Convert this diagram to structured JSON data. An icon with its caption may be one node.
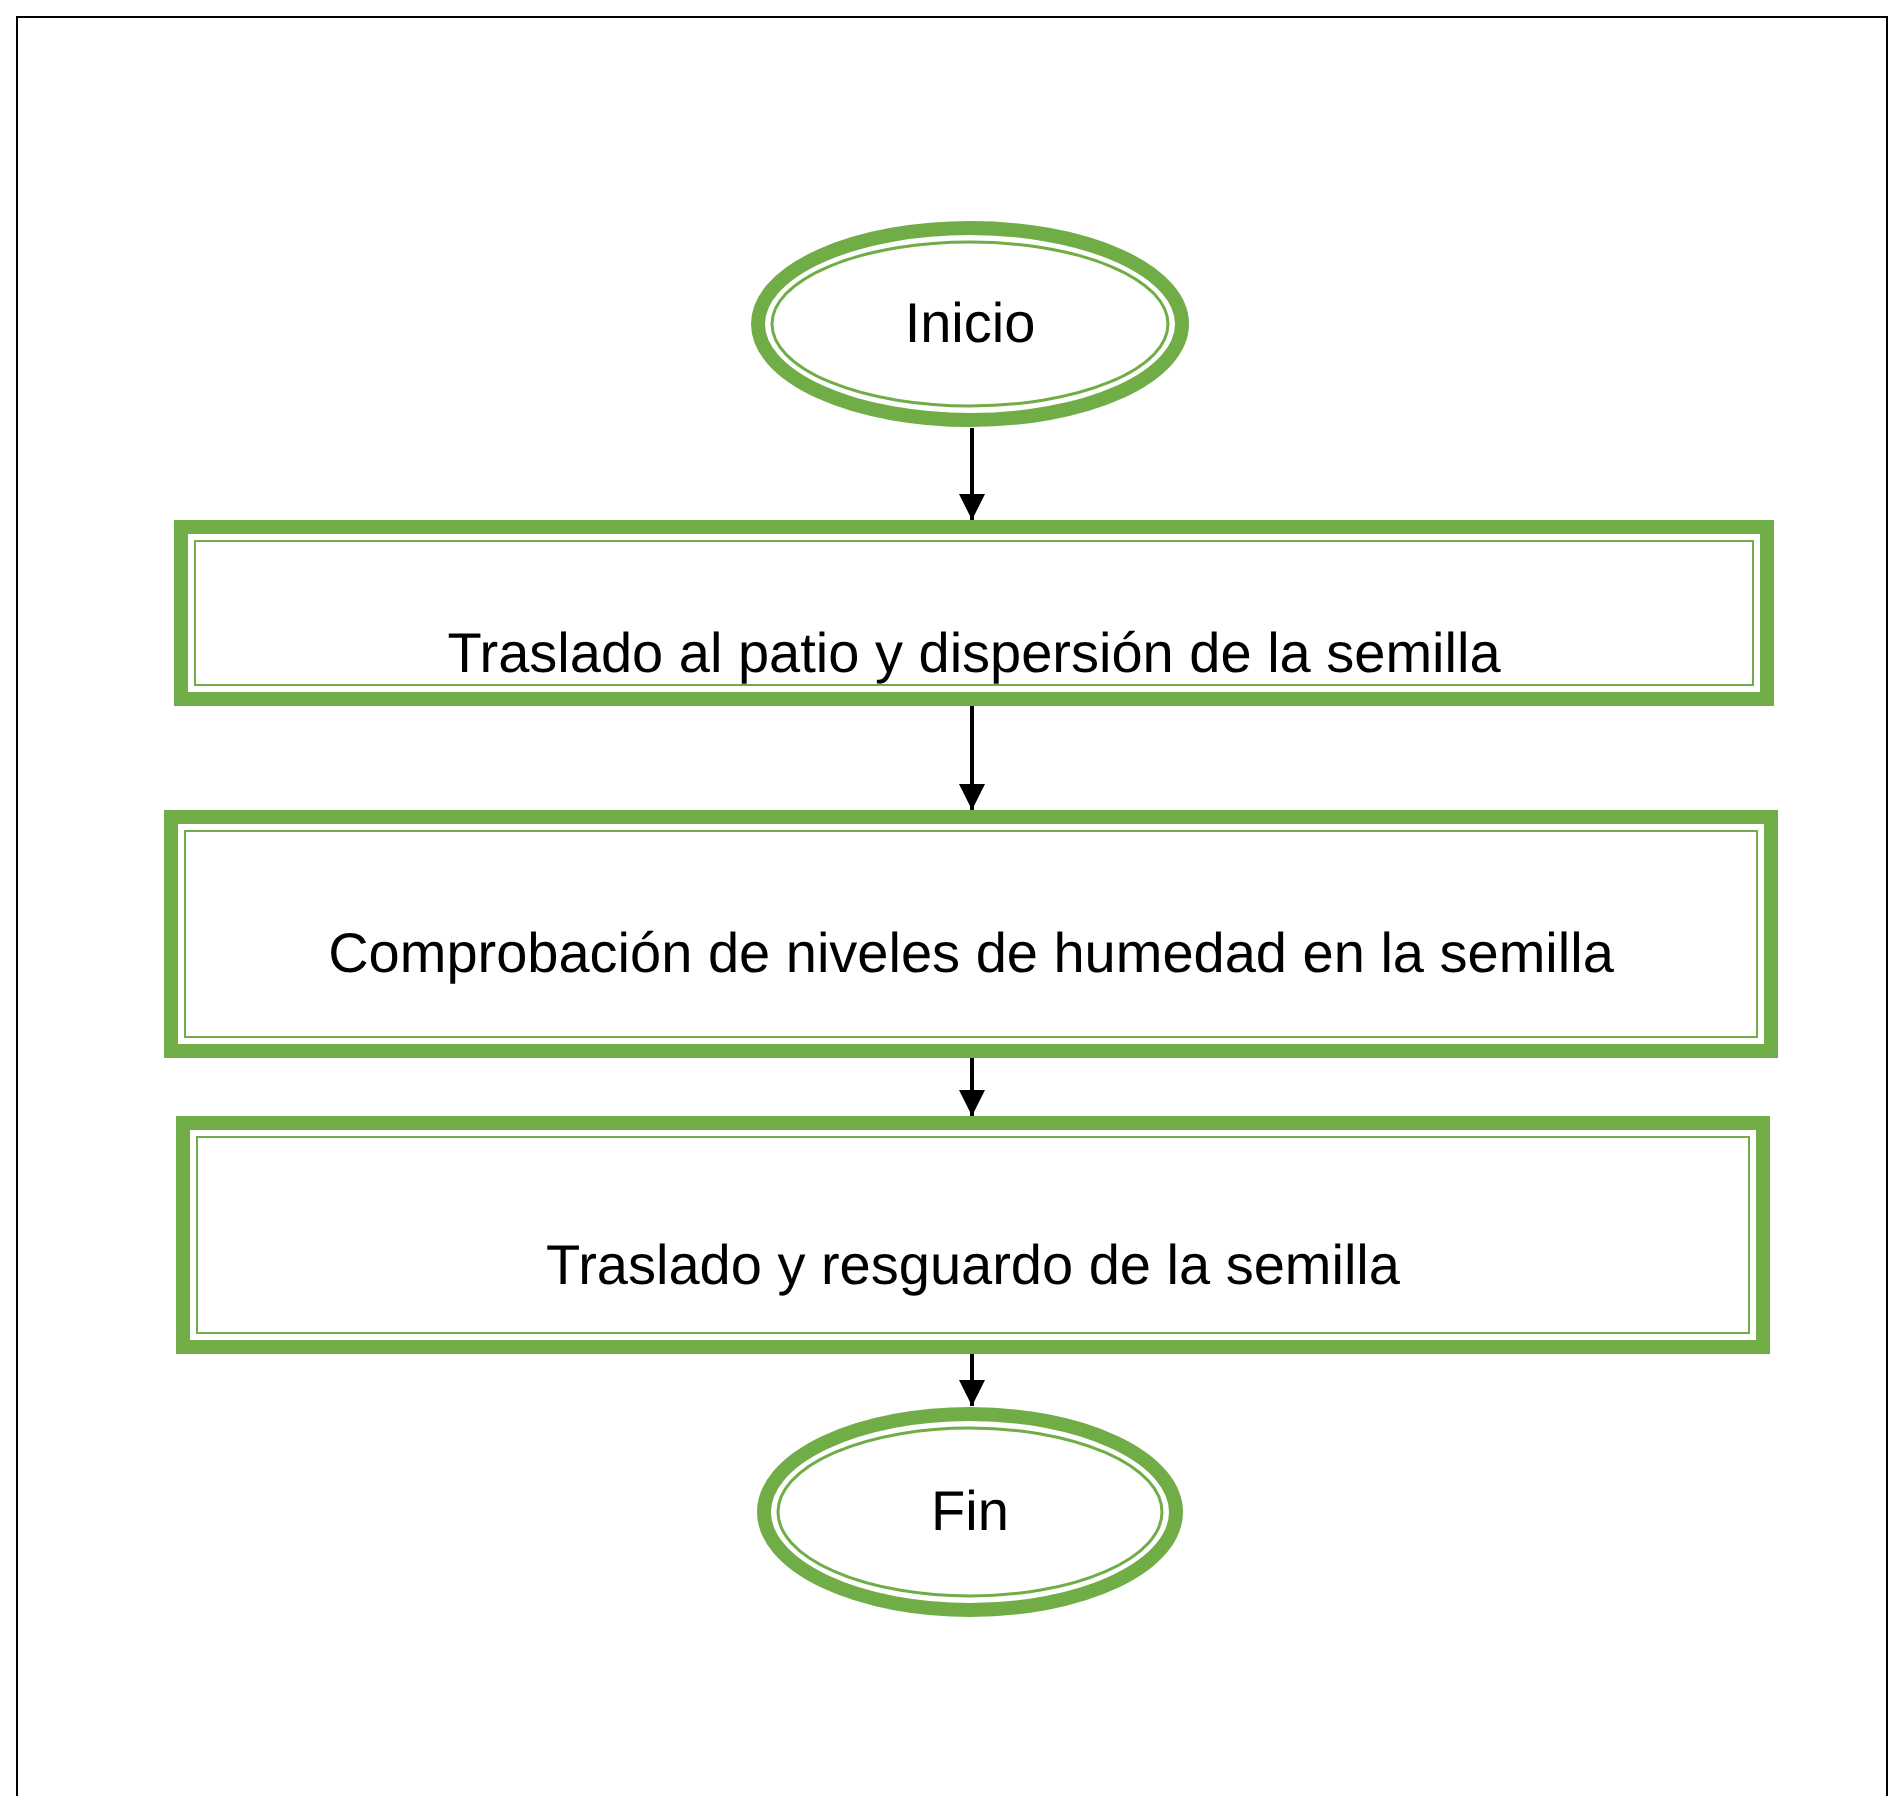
{
  "diagram": {
    "nodes": [
      {
        "text": [
          "Inicio"
        ]
      },
      {
        "text": [
          "Traslado al patio y dispersión de la semilla"
        ]
      },
      {
        "text": [
          "Comprobación de niveles de humedad en la semilla"
        ]
      },
      {
        "text": [
          "Traslado y resguardo de la semilla"
        ]
      },
      {
        "text": [
          "Fin"
        ]
      }
    ],
    "edges": [
      {
        "from": 0,
        "to": 1,
        "arrow": "to"
      },
      {
        "from": 1,
        "to": 2,
        "arrow": "to"
      },
      {
        "from": 2,
        "to": 3,
        "arrow": "to"
      },
      {
        "from": 3,
        "to": 4,
        "arrow": "to"
      }
    ]
  }
}
